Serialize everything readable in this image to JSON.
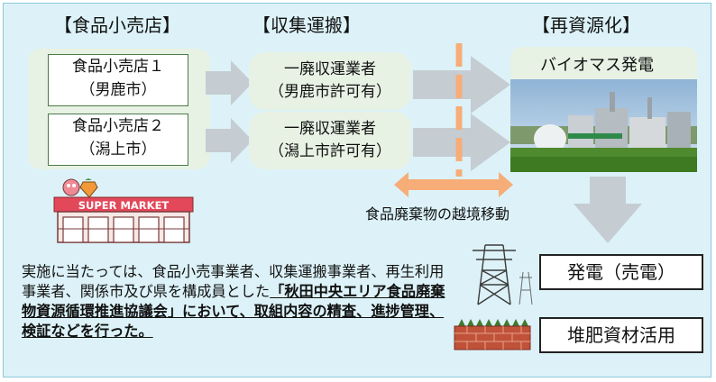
{
  "headers": {
    "retail": "【食品小売店】",
    "collection": "【収集運搬】",
    "recycling": "【再資源化】"
  },
  "stores": [
    {
      "line1": "食品小売店１",
      "line2": "（男鹿市）"
    },
    {
      "line1": "食品小売店２",
      "line2": "（潟上市）"
    }
  ],
  "collectors": [
    {
      "line1": "一廃収運業者",
      "line2": "（男鹿市許可有）"
    },
    {
      "line1": "一廃収運業者",
      "line2": "（潟上市許可有）"
    }
  ],
  "biomass_label": "バイオマス発電",
  "supermarket_sign": "SUPER MARKET",
  "cross_border_caption": "食品廃棄物の越境移動",
  "outputs": {
    "power": "発電（売電）",
    "compost": "堆肥資材活用"
  },
  "description": {
    "intro": "実施に当たっては、食品小売事業者、収集運搬事業者、再生利用事業者、関係市及び県を構成員とした",
    "council": "「秋田中央エリア食品廃棄物資源循環推進協議会」において、取組内容の精査、進捗管理、検証などを行った。"
  },
  "colors": {
    "background": "#dcf2f8",
    "panel": "#e7f1e4",
    "flow_arrow": "#c5ccd2",
    "boundary": "#f7ad78",
    "store_border": "#4b7b46"
  }
}
